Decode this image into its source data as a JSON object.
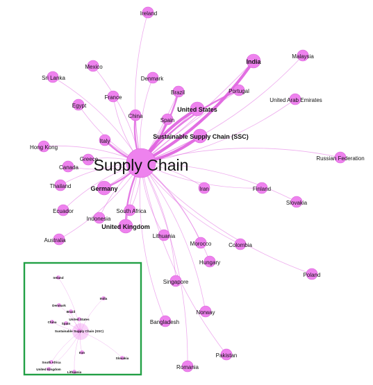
{
  "hub": "Supply Chain",
  "colors": {
    "node_fill": "#ee82ee",
    "node_stroke": "#d860d8",
    "edge": "#e066e0",
    "inset_border": "#22a045",
    "text": "#111111"
  },
  "nodes": [
    {
      "id": "supply-chain",
      "label": "Supply Chain",
      "size": "hub",
      "bold": false
    },
    {
      "id": "ireland",
      "label": "Ireland",
      "size": "small"
    },
    {
      "id": "malaysia",
      "label": "Malaysia",
      "size": "small"
    },
    {
      "id": "india",
      "label": "India",
      "size": "medium",
      "bold": true
    },
    {
      "id": "mexico",
      "label": "Mexico",
      "size": "small"
    },
    {
      "id": "denmark",
      "label": "Denmark",
      "size": "small"
    },
    {
      "id": "sri-lanka",
      "label": "Sri Lanka",
      "size": "small"
    },
    {
      "id": "brazil",
      "label": "Brazil",
      "size": "small"
    },
    {
      "id": "portugal",
      "label": "Portugal",
      "size": "small"
    },
    {
      "id": "france",
      "label": "France",
      "size": "small"
    },
    {
      "id": "uae",
      "label": "United Arab Emirates",
      "size": "small"
    },
    {
      "id": "egypt",
      "label": "Egypt",
      "size": "small"
    },
    {
      "id": "united-states",
      "label": "United States",
      "size": "medium",
      "bold": true
    },
    {
      "id": "china",
      "label": "China",
      "size": "small"
    },
    {
      "id": "spain",
      "label": "Spain",
      "size": "small"
    },
    {
      "id": "ssc",
      "label": "Sustainable Supply Chain (SSC)",
      "size": "medium",
      "bold": true
    },
    {
      "id": "hong-kong",
      "label": "Hong Kong",
      "size": "small"
    },
    {
      "id": "italy",
      "label": "Italy",
      "size": "small"
    },
    {
      "id": "russia",
      "label": "Russian Federation",
      "size": "small"
    },
    {
      "id": "greece",
      "label": "Greece",
      "size": "small"
    },
    {
      "id": "canada",
      "label": "Canada",
      "size": "small"
    },
    {
      "id": "thailand",
      "label": "Thailand",
      "size": "small"
    },
    {
      "id": "germany",
      "label": "Germany",
      "size": "medium",
      "bold": true
    },
    {
      "id": "iran",
      "label": "Iran",
      "size": "small"
    },
    {
      "id": "finland",
      "label": "Finland",
      "size": "small"
    },
    {
      "id": "slovakia",
      "label": "Slovakia",
      "size": "small"
    },
    {
      "id": "ecuador",
      "label": "Ecuador",
      "size": "small"
    },
    {
      "id": "south-africa",
      "label": "South Africa",
      "size": "small"
    },
    {
      "id": "indonesia",
      "label": "Indonesia",
      "size": "small"
    },
    {
      "id": "united-kingdom",
      "label": "United Kingdom",
      "size": "medium",
      "bold": true
    },
    {
      "id": "australia",
      "label": "Australia",
      "size": "small"
    },
    {
      "id": "lithuania",
      "label": "Lithuania",
      "size": "small"
    },
    {
      "id": "morocco",
      "label": "Morocco",
      "size": "small"
    },
    {
      "id": "colombia",
      "label": "Colombia",
      "size": "small"
    },
    {
      "id": "hungary",
      "label": "Hungary",
      "size": "small"
    },
    {
      "id": "poland",
      "label": "Poland",
      "size": "small"
    },
    {
      "id": "singapore",
      "label": "Singapore",
      "size": "small"
    },
    {
      "id": "bangladesh",
      "label": "Bangladesh",
      "size": "small"
    },
    {
      "id": "norway",
      "label": "Norway",
      "size": "small"
    },
    {
      "id": "pakistan",
      "label": "Pakistan",
      "size": "small"
    },
    {
      "id": "romania",
      "label": "Romania",
      "size": "small"
    }
  ],
  "edges": [
    {
      "target": "india",
      "weight": "heavy"
    },
    {
      "target": "united-states",
      "weight": "heavy"
    },
    {
      "target": "ssc",
      "weight": "heavy"
    },
    {
      "target": "portugal",
      "weight": "medium"
    },
    {
      "target": "brazil",
      "weight": "medium"
    },
    {
      "target": "china",
      "weight": "medium"
    },
    {
      "target": "spain",
      "weight": "medium"
    },
    {
      "target": "germany",
      "weight": "medium"
    },
    {
      "target": "united-kingdom",
      "weight": "medium"
    },
    {
      "target": "italy",
      "weight": "medium"
    },
    {
      "target": "malaysia",
      "weight": "light"
    },
    {
      "target": "ireland",
      "weight": "light"
    },
    {
      "target": "mexico",
      "weight": "light"
    },
    {
      "target": "denmark",
      "weight": "light"
    },
    {
      "target": "sri-lanka",
      "weight": "light"
    },
    {
      "target": "france",
      "weight": "light"
    },
    {
      "target": "uae",
      "weight": "light"
    },
    {
      "target": "egypt",
      "weight": "light"
    },
    {
      "target": "hong-kong",
      "weight": "light"
    },
    {
      "target": "russia",
      "weight": "light"
    },
    {
      "target": "greece",
      "weight": "light"
    },
    {
      "target": "canada",
      "weight": "light"
    },
    {
      "target": "thailand",
      "weight": "light"
    },
    {
      "target": "iran",
      "weight": "light"
    },
    {
      "target": "finland",
      "weight": "light"
    },
    {
      "target": "slovakia",
      "weight": "light"
    },
    {
      "target": "ecuador",
      "weight": "light"
    },
    {
      "target": "south-africa",
      "weight": "light"
    },
    {
      "target": "indonesia",
      "weight": "light"
    },
    {
      "target": "australia",
      "weight": "light"
    },
    {
      "target": "lithuania",
      "weight": "light"
    },
    {
      "target": "morocco",
      "weight": "light"
    },
    {
      "target": "colombia",
      "weight": "light"
    },
    {
      "target": "hungary",
      "weight": "light"
    },
    {
      "target": "poland",
      "weight": "light"
    },
    {
      "target": "singapore",
      "weight": "light"
    },
    {
      "target": "bangladesh",
      "weight": "light"
    },
    {
      "target": "norway",
      "weight": "light"
    },
    {
      "target": "pakistan",
      "weight": "light"
    },
    {
      "target": "romania",
      "weight": "light"
    }
  ],
  "inset": {
    "labels": [
      {
        "id": "ireland",
        "label": "Ireland"
      },
      {
        "id": "india",
        "label": "India"
      },
      {
        "id": "denmark",
        "label": "Denmark"
      },
      {
        "id": "brazil",
        "label": "Brazil"
      },
      {
        "id": "united-states",
        "label": "United States"
      },
      {
        "id": "china",
        "label": "China"
      },
      {
        "id": "spain",
        "label": "Spain"
      },
      {
        "id": "ssc",
        "label": "Sustainable Supply Chain (SSC)"
      },
      {
        "id": "iran",
        "label": "Iran"
      },
      {
        "id": "slovakia",
        "label": "Slovakia"
      },
      {
        "id": "south-africa",
        "label": "South Africa"
      },
      {
        "id": "united-kingdom",
        "label": "United Kingdom"
      },
      {
        "id": "lithuania",
        "label": "Lithuania"
      }
    ]
  }
}
